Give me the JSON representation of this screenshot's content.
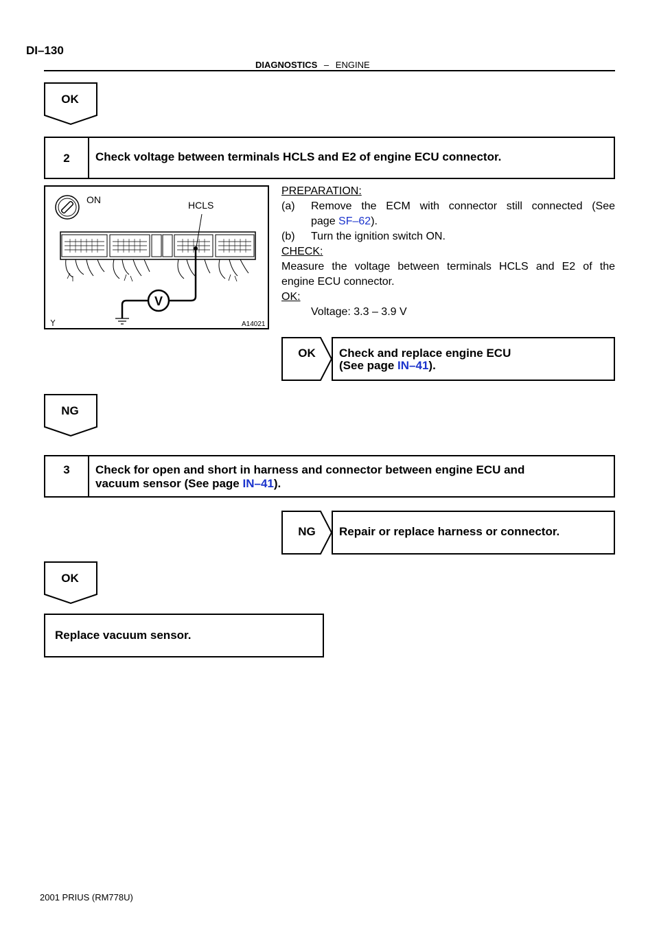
{
  "header": {
    "page_number": "DI–130",
    "section": "DIAGNOSTICS",
    "separator": "–",
    "subsection": "ENGINE"
  },
  "ok_tag_1": "OK",
  "step2": {
    "number": "2",
    "title": "Check voltage between terminals HCLS and E2 of engine ECU connector."
  },
  "figure": {
    "label_on": "ON",
    "label_hcls": "HCLS",
    "label_v": "V",
    "figure_code": "A14021"
  },
  "instructions": {
    "preparation_heading": "PREPARATION:",
    "item_a_marker": "(a)",
    "item_a_text": "Remove the ECM with connector still connected (See",
    "item_a_cont": "page ",
    "item_a_link": "SF–62",
    "item_a_end": ").",
    "item_b_marker": "(b)",
    "item_b_text": "Turn the ignition switch ON.",
    "check_heading": "CHECK:",
    "check_line1": "Measure the voltage between terminals HCLS and E2 of the",
    "check_line2": "engine ECU connector.",
    "ok_heading": "OK:",
    "ok_spec": "Voltage: 3.3 – 3.9 V"
  },
  "result_ok_2": {
    "label": "OK",
    "line1": "Check and replace engine ECU",
    "line2_prefix": "(See page ",
    "line2_link": "IN–41",
    "line2_suffix": ")."
  },
  "ng_tag_2": "NG",
  "step3": {
    "number": "3",
    "line1": "Check for open and short in harness and connector between engine ECU and",
    "line2_prefix": "vacuum sensor (See page ",
    "line2_link": "IN–41",
    "line2_suffix": ")."
  },
  "result_ng_3": {
    "label": "NG",
    "text": "Repair or replace harness or connector."
  },
  "ok_tag_3": "OK",
  "final_box": "Replace vacuum sensor.",
  "footer": "2001 PRIUS   (RM778U)",
  "colors": {
    "link": "#1a33cc",
    "text": "#000000"
  }
}
